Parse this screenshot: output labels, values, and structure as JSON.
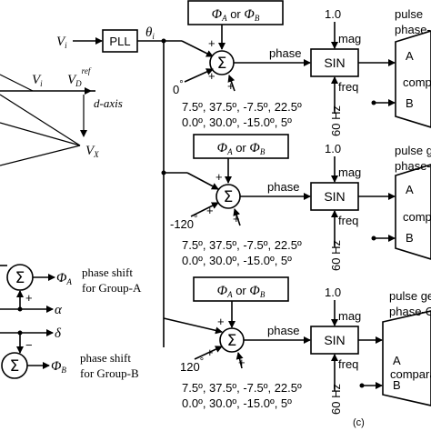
{
  "phasor": {
    "v_i_label": "V",
    "v_i_sub": "i",
    "v_d_label": "V",
    "v_d_sub": "D",
    "v_d_sup": "ref",
    "d_axis": "d-axis",
    "v_x_label": "V",
    "v_x_sub": "X"
  },
  "input": {
    "v_label": "V",
    "v_sub": "i",
    "pll_label": "PLL",
    "theta_label": "θ",
    "theta_sub": "i"
  },
  "rows": [
    {
      "phi_box": "Φ",
      "phi_a_sub": "A",
      "phi_or": " or ",
      "phi_b_sub": "B",
      "offset": "0",
      "offset_deg": "°",
      "angles_line1": "7.5º, 37.5º, -7.5º, 22.5º",
      "angles_line2": "0.0º, 30.0º, -15.0º, 5º",
      "phase_label": "phase",
      "sin_label": "SIN",
      "mag_value": "1.0",
      "mag_label": "mag",
      "freq_label": "freq",
      "freq_value": "60 Hz",
      "in_a": "A",
      "in_b": "B",
      "comparator_label": "compa",
      "pulse_line1": "pulse",
      "pulse_line2": "phase-A"
    },
    {
      "phi_box": "Φ",
      "phi_a_sub": "A",
      "phi_or": " or ",
      "phi_b_sub": "B",
      "offset": "-120",
      "offset_deg": "°",
      "angles_line1": "7.5º, 37.5º, -7.5º, 22.5º",
      "angles_line2": "0.0º, 30.0º, -15.0º, 5º",
      "phase_label": "phase",
      "sin_label": "SIN",
      "mag_value": "1.0",
      "mag_label": "mag",
      "freq_label": "freq",
      "freq_value": "60 Hz",
      "in_a": "A",
      "in_b": "B",
      "comparator_label": "compar",
      "pulse_line1": "pulse g",
      "pulse_line2": "phase-B"
    },
    {
      "phi_box": "Φ",
      "phi_a_sub": "A",
      "phi_or": " or ",
      "phi_b_sub": "B",
      "offset": "120",
      "offset_deg": "°",
      "angles_line1": "7.5º, 37.5º, -7.5º, 22.5º",
      "angles_line2": "0.0º, 30.0º, -15.0º, 5º",
      "phase_label": "phase",
      "sin_label": "SIN",
      "mag_value": "1.0",
      "mag_label": "mag",
      "freq_label": "freq",
      "freq_value": "60 Hz",
      "in_a": "A",
      "in_b": "B",
      "comparator_label": "compara",
      "pulse_line1": "pulse ge",
      "pulse_line2": "phase-C"
    }
  ],
  "sign_plus": "+",
  "sign_minus": "−",
  "legend": {
    "phi_a_label": "Φ",
    "phi_a_sub": "A",
    "phi_b_label": "Φ",
    "phi_b_sub": "B",
    "alpha": "α",
    "delta": "δ",
    "group_a_line1": "phase shift",
    "group_a_line2": "for Group-A",
    "group_b_line1": "phase shift",
    "group_b_line2": "for Group-B"
  },
  "caption": "(c)"
}
